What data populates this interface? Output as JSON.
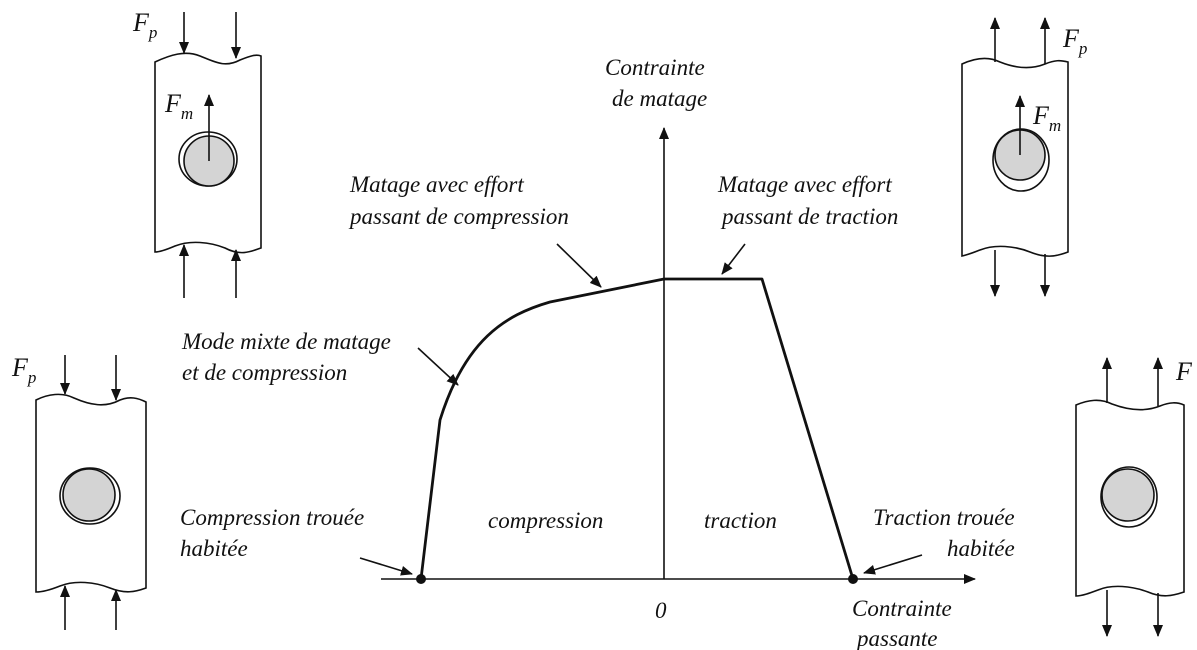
{
  "axes": {
    "y_label_line1": "Contrainte",
    "y_label_line2": "de matage",
    "x_label_line1": "Contrainte",
    "x_label_line2": "passante",
    "origin_label": "0"
  },
  "regions": {
    "compression": "compression",
    "traction": "traction"
  },
  "annotations": {
    "compression_bearing_line1": "Matage avec effort",
    "compression_bearing_line2": "passant de compression",
    "traction_bearing_line1": "Matage avec effort",
    "traction_bearing_line2": "passant de traction",
    "mixed_mode_line1": "Mode mixte de matage",
    "mixed_mode_line2": "et de compression",
    "filled_hole_compression_line1": "Compression trouée",
    "filled_hole_compression_line2": "habitée",
    "filled_hole_traction_line1": "Traction trouée",
    "filled_hole_traction_line2": "habitée"
  },
  "symbols": {
    "force_main": "F",
    "force_main_sub": "p",
    "force_bearing": "F",
    "force_bearing_sub": "m"
  }
}
